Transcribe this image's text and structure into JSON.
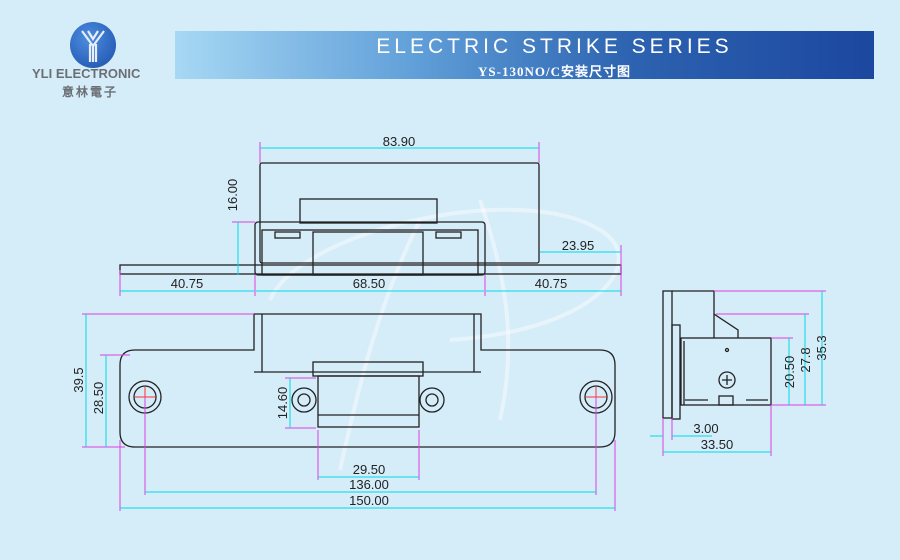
{
  "brand": {
    "name": "YLI ELECTRONIC",
    "name_cn": "意林電子"
  },
  "banner": {
    "title": "ELECTRIC STRIKE SERIES",
    "subtitle": "YS-130NO/C安装尺寸图"
  },
  "top_view": {
    "body_width": "83.90",
    "height": "16.00",
    "right_offset": "23.95",
    "left_wing": "40.75",
    "center": "68.50",
    "right_wing": "40.75"
  },
  "front_view": {
    "overall_height": "39.5",
    "plate_height": "28.50",
    "latch_height": "14.60",
    "latch_width": "29.50",
    "hole_spacing": "136.00",
    "plate_length": "150.00"
  },
  "side_view": {
    "h1": "35.3",
    "h2": "27.8",
    "h3": "20.50",
    "thickness": "3.00",
    "depth": "33.50"
  },
  "colors": {
    "dim_line": "#00d8e8",
    "ext_line": "#e040e0",
    "outline": "#222222"
  }
}
